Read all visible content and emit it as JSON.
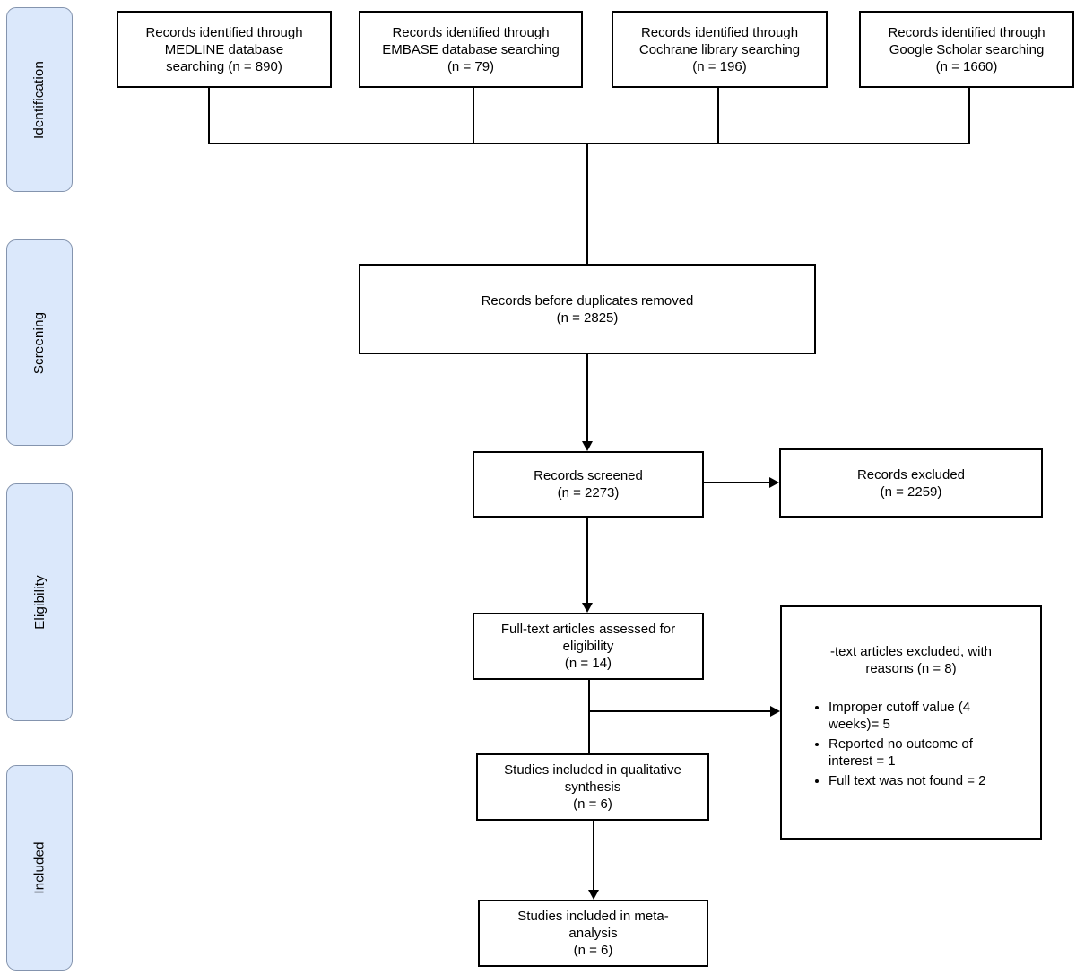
{
  "diagram": {
    "type": "PRISMA flow diagram",
    "colors": {
      "stage_fill": "#dbe8fb",
      "stage_border": "#8494ae",
      "box_fill": "#ffffff",
      "box_border": "#000000",
      "line": "#000000"
    },
    "stages": [
      {
        "label": "Identification"
      },
      {
        "label": "Screening"
      },
      {
        "label": "Eligibility"
      },
      {
        "label": "Included"
      }
    ],
    "nodes": {
      "medline": {
        "text": "Records identified through\nMEDLINE database\nsearching (n = 890)"
      },
      "embase": {
        "text": "Records identified through\nEMBASE database searching\n(n = 79)"
      },
      "cochrane": {
        "text": "Records identified through\nCochrane library searching\n(n = 196)"
      },
      "scholar": {
        "text": "Records identified through\nGoogle Scholar searching\n(n = 1660)"
      },
      "duplicates": {
        "text": "Records before duplicates removed\n(n = 2825)"
      },
      "screened": {
        "text": "Records screened\n(n = 2273)"
      },
      "excluded": {
        "text": "Records excluded\n(n = 2259)"
      },
      "fulltext": {
        "text": "Full-text articles assessed for\neligibility\n(n = 14)"
      },
      "fulltext_excluded": {
        "heading": "-text articles excluded, with\nreasons (n = 8)",
        "reasons": [
          "Improper cutoff value (4 weeks)= 5",
          "Reported no outcome of interest = 1",
          "Full text was not found = 2"
        ]
      },
      "qualitative": {
        "text": "Studies included in qualitative\nsynthesis\n(n = 6)"
      },
      "meta": {
        "text": "Studies included in meta-\nanalysis\n(n = 6)"
      }
    }
  }
}
